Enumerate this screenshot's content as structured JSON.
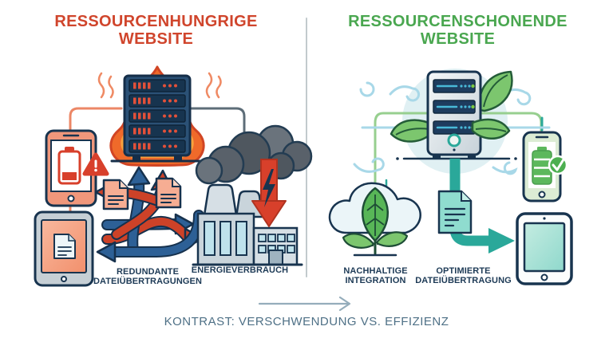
{
  "left_panel": {
    "title": [
      "RESSOURCENHUNGRIGE",
      "WEBSITE"
    ],
    "labels": {
      "redundant": [
        "REDUNDANTE",
        "DATEIÜBERTRAGUNGEN"
      ],
      "energy": "ENERGIEVERBRAUCH"
    },
    "icons": [
      "burning-server-icon",
      "heat-waves-icon",
      "low-battery-phone-icon",
      "warning-triangle-icon",
      "tangled-arrows-icon",
      "file-document-icon",
      "overloaded-tablet-icon",
      "factory-icon",
      "smoke-cloud-icon",
      "energy-drain-arrow-icon",
      "lightning-bolt-icon"
    ]
  },
  "right_panel": {
    "title": [
      "RESSOURCENSCHONENDE",
      "WEBSITE"
    ],
    "labels": {
      "sustainable": [
        "NACHHALTIGE",
        "INTEGRATION"
      ],
      "optimized": [
        "OPTIMIERTE",
        "DATEIÜBERTRAGUNG"
      ]
    },
    "icons": [
      "eco-server-icon",
      "leaf-icon",
      "wind-swirl-icon",
      "cloud-plant-icon",
      "optimized-file-icon",
      "flow-arrow-icon",
      "full-battery-phone-icon",
      "check-badge-icon",
      "clean-tablet-icon"
    ]
  },
  "footer": {
    "caption": "KONTRAST: VERSCHWENDUNG VS. EFFIZIENZ",
    "arrow_icon": "right-arrow-icon"
  },
  "colors": {
    "red_title": "#d0452c",
    "green_title": "#4aa750",
    "navy": "#1d3a56",
    "slate": "#4e7086",
    "divider": "#c2cacd",
    "flame_orange": "#ef6a2a",
    "flame_inner": "#f9a23d",
    "salmon": "#f0977b",
    "arrow_blue": "#2d6096",
    "arrow_red": "#cd4228",
    "alert_red": "#d8402b",
    "smoke_gray": "#59616a",
    "factory_gray": "#c9d4db",
    "teal": "#2aa89a",
    "mint_screen": "#8fd8cc",
    "leaf_green": "#7cc66e",
    "battery_green": "#5cb85c",
    "check_green": "#4caf50",
    "wind_blue": "#a8d8e8",
    "eco_circle": "#e0f0f3"
  }
}
